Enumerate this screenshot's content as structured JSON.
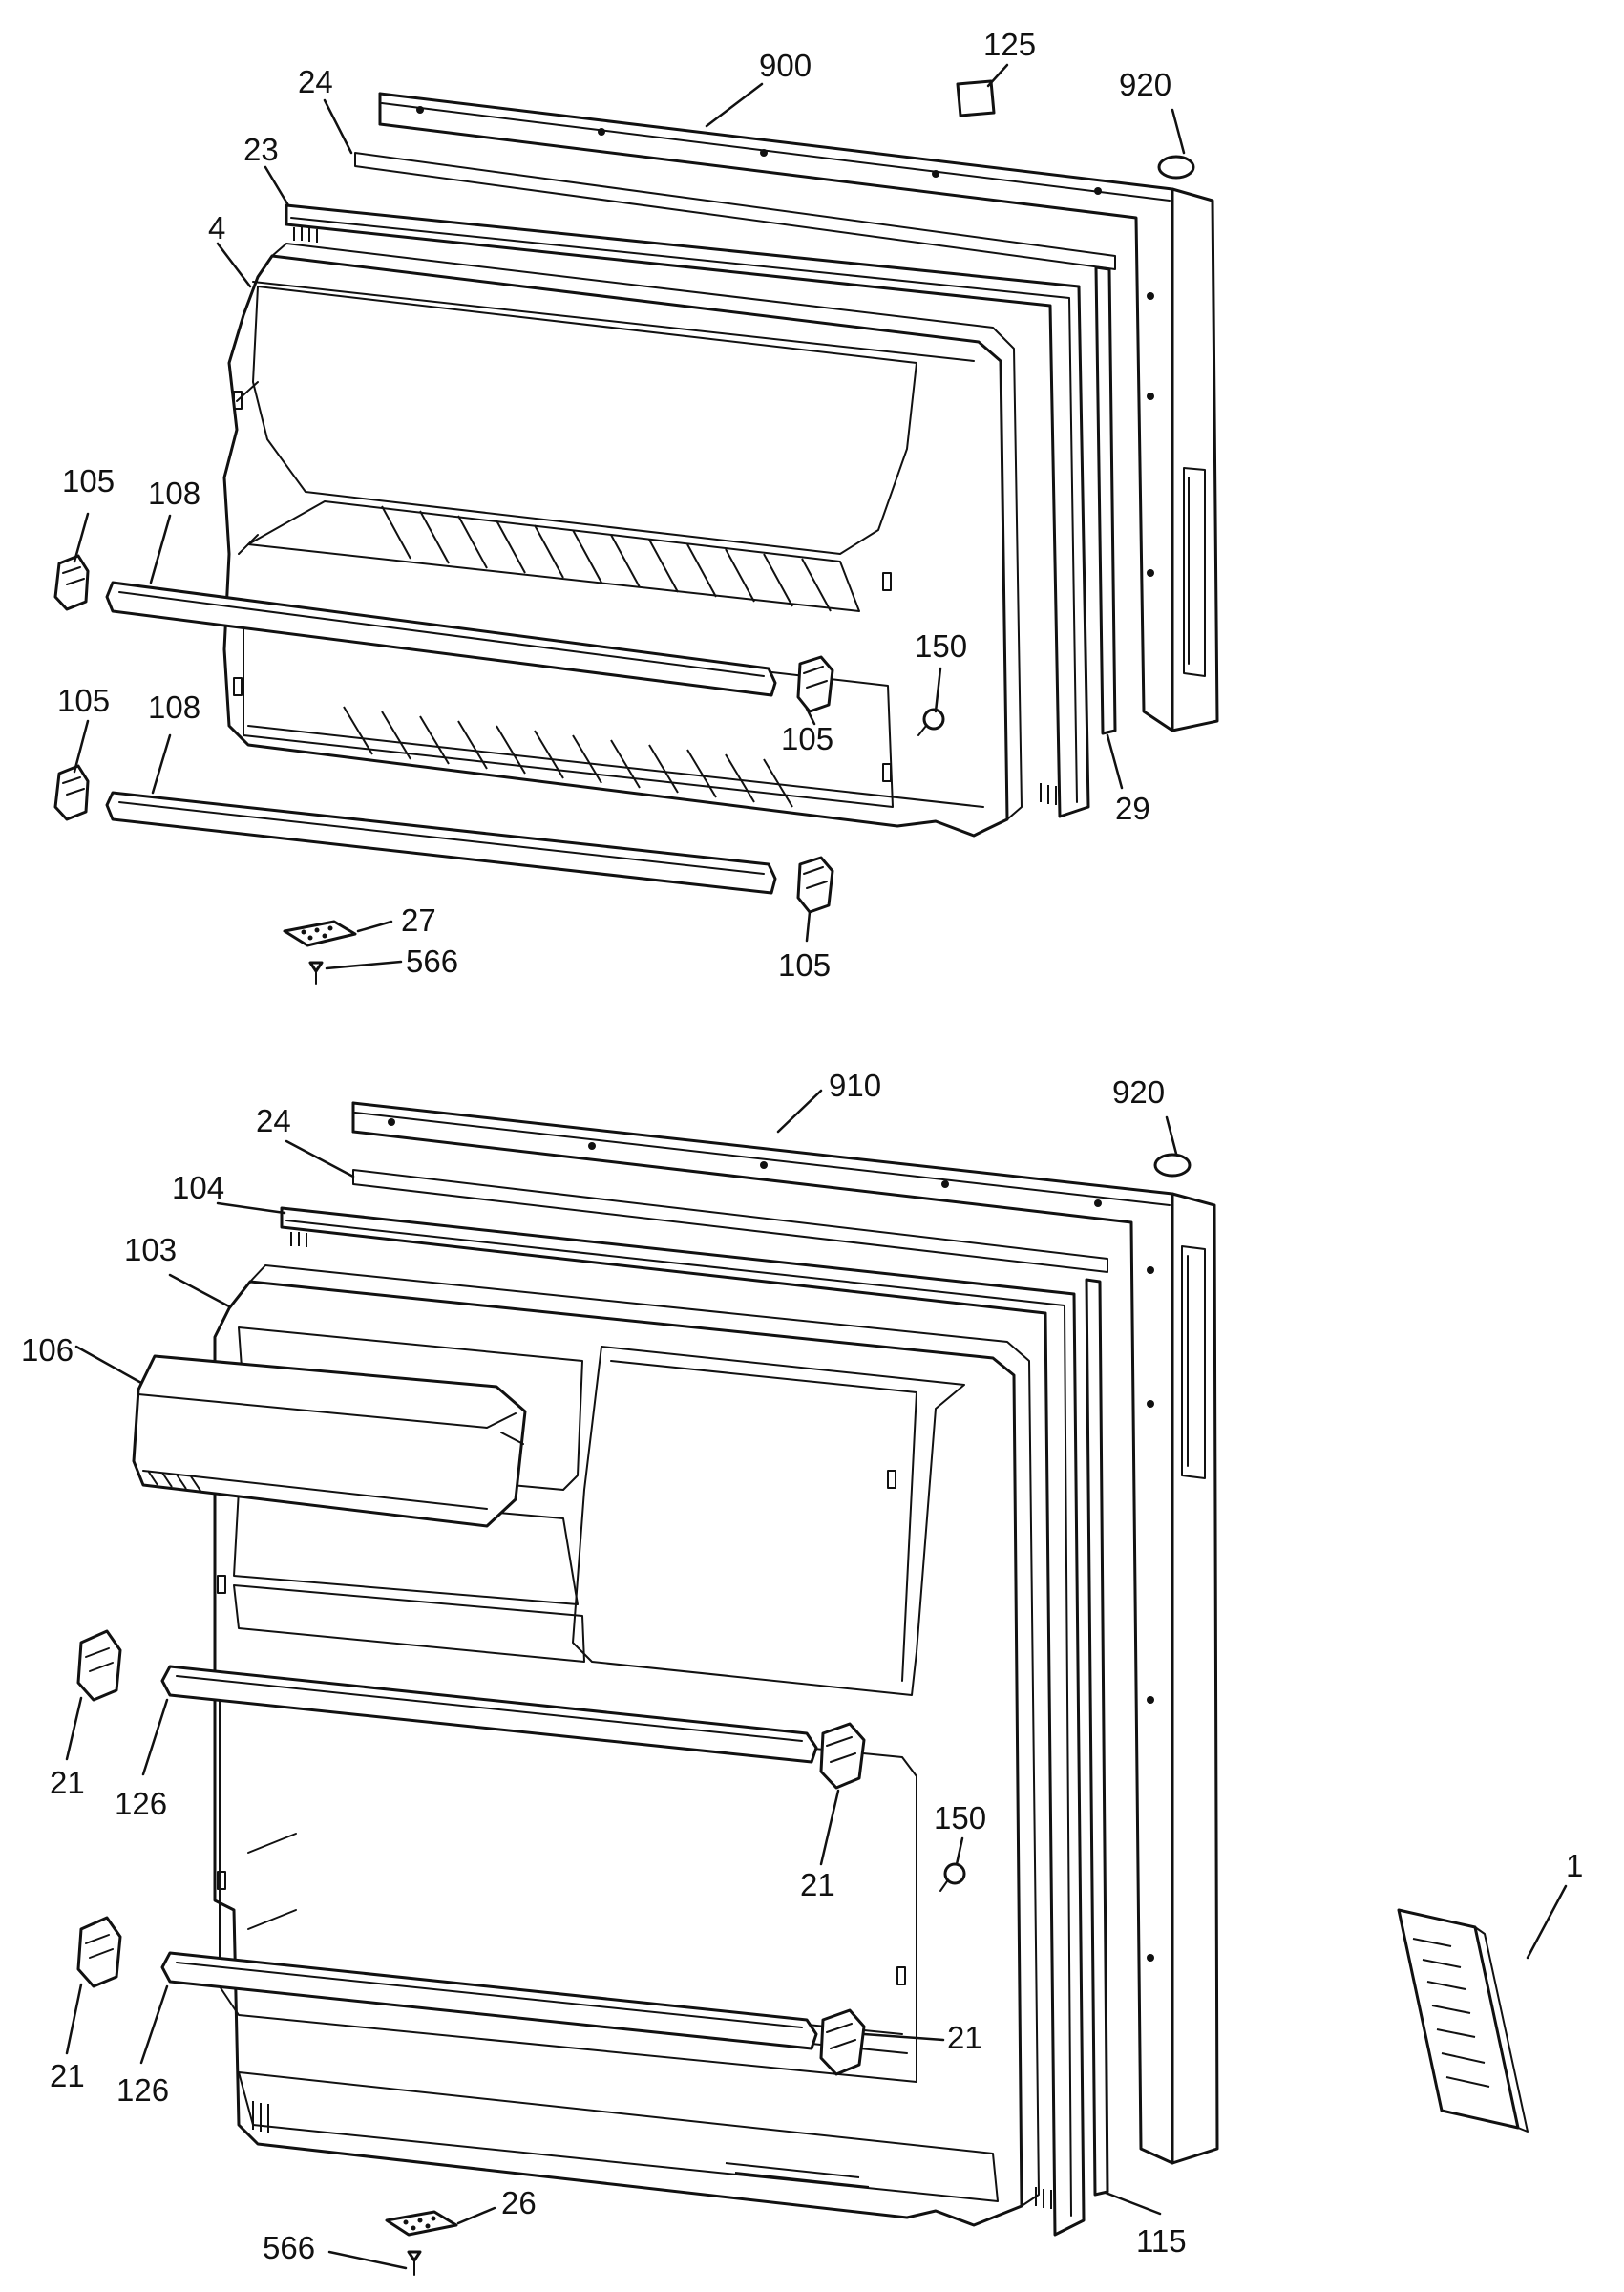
{
  "diagram": {
    "labels": [
      {
        "id": "lbl-900",
        "text": "900"
      },
      {
        "id": "lbl-125",
        "text": "125"
      },
      {
        "id": "lbl-920-top",
        "text": "920"
      },
      {
        "id": "lbl-24-top",
        "text": "24"
      },
      {
        "id": "lbl-23",
        "text": "23"
      },
      {
        "id": "lbl-4",
        "text": "4"
      },
      {
        "id": "lbl-105-a",
        "text": "105"
      },
      {
        "id": "lbl-108-a",
        "text": "108"
      },
      {
        "id": "lbl-105-b",
        "text": "105"
      },
      {
        "id": "lbl-108-b",
        "text": "108"
      },
      {
        "id": "lbl-105-c",
        "text": "105"
      },
      {
        "id": "lbl-150-top",
        "text": "150"
      },
      {
        "id": "lbl-29",
        "text": "29"
      },
      {
        "id": "lbl-105-d",
        "text": "105"
      },
      {
        "id": "lbl-27",
        "text": "27"
      },
      {
        "id": "lbl-566-top",
        "text": "566"
      },
      {
        "id": "lbl-910",
        "text": "910"
      },
      {
        "id": "lbl-920-bottom",
        "text": "920"
      },
      {
        "id": "lbl-24-bottom",
        "text": "24"
      },
      {
        "id": "lbl-104",
        "text": "104"
      },
      {
        "id": "lbl-103",
        "text": "103"
      },
      {
        "id": "lbl-106",
        "text": "106"
      },
      {
        "id": "lbl-21-a",
        "text": "21"
      },
      {
        "id": "lbl-126-a",
        "text": "126"
      },
      {
        "id": "lbl-150-bottom",
        "text": "150"
      },
      {
        "id": "lbl-21-b",
        "text": "21"
      },
      {
        "id": "lbl-21-c",
        "text": "21"
      },
      {
        "id": "lbl-126-b",
        "text": "126"
      },
      {
        "id": "lbl-21-d",
        "text": "21"
      },
      {
        "id": "lbl-115",
        "text": "115"
      },
      {
        "id": "lbl-26",
        "text": "26"
      },
      {
        "id": "lbl-566-bottom",
        "text": "566"
      },
      {
        "id": "lbl-1",
        "text": "1"
      }
    ]
  }
}
